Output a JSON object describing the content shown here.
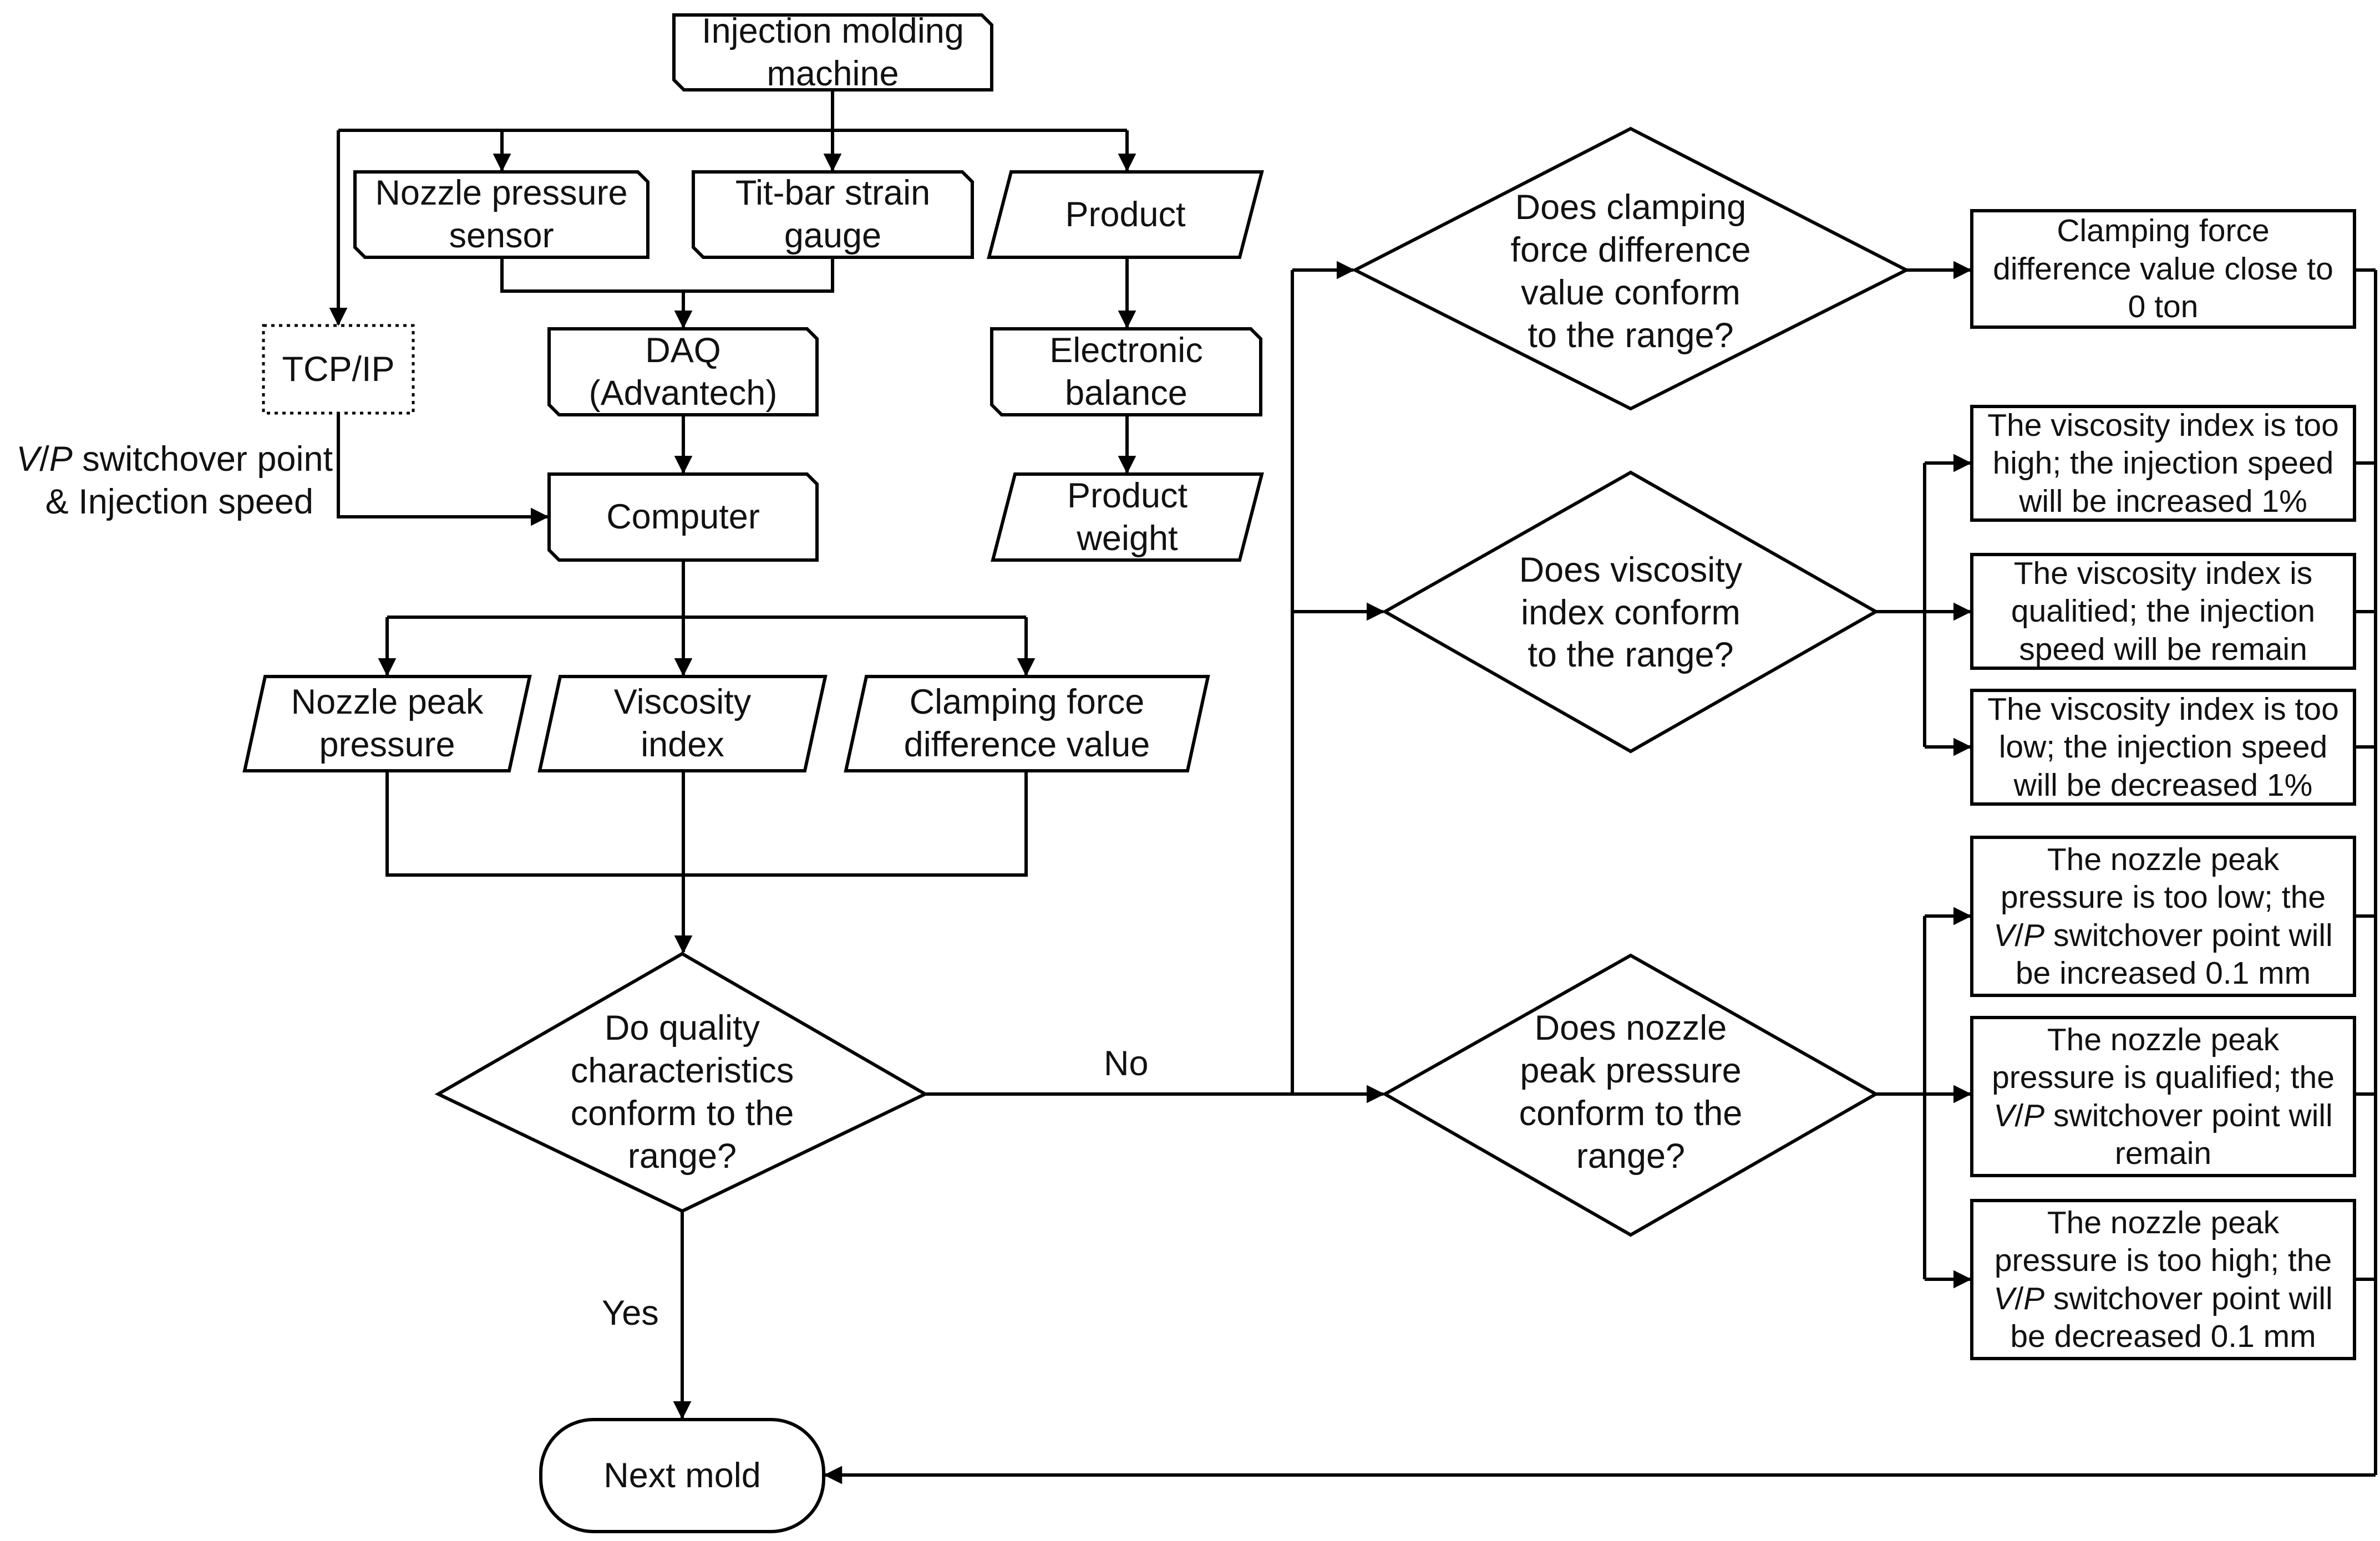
{
  "colors": {
    "stroke": "#000000",
    "background": "#ffffff",
    "text": "#111111"
  },
  "nodes": {
    "machine": "Injection molding\nmachine",
    "nozzle_sensor": "Nozzle pressure\nsensor",
    "strain_gauge": "Tit-bar strain\ngauge",
    "product": "Product",
    "tcpip": "TCP/IP",
    "daq": "DAQ\n(Advantech)",
    "balance": "Electronic\nbalance",
    "computer": "Computer",
    "product_weight": "Product\nweight",
    "nozzle_peak": "Nozzle peak\npressure",
    "viscosity_index": "Viscosity\nindex",
    "clamping_diff": "Clamping force\ndifference value",
    "decision_quality": "Do quality\ncharacteristics\nconform to the\nrange?",
    "decision_clamping": "Does clamping\nforce difference\nvalue conform\nto the range?",
    "decision_viscosity": "Does viscosity\nindex conform\nto the range?",
    "decision_nozzle": "Does nozzle\npeak pressure\nconform to the\nrange?",
    "clamping_result": "Clamping force\ndifference value close to\n0 ton",
    "visc_high": "The viscosity index is too\nhigh; the injection speed\nwill be increased 1%",
    "visc_ok": "The viscosity index is\nqualitied; the injection\nspeed will be remain",
    "visc_low": "The viscosity index is too\nlow; the injection speed\nwill be decreased 1%",
    "nozzle_low": {
      "a": "The nozzle peak\npressure is too low; the",
      "v": "V",
      "slash": "/",
      "p": "P",
      "b": " switchover point will\nbe increased 0.1 mm"
    },
    "nozzle_ok": {
      "a": "The nozzle peak\npressure is qualified; the",
      "v": "V",
      "slash": "/",
      "p": "P",
      "b": " switchover point will\nremain"
    },
    "nozzle_high": {
      "a": "The nozzle peak\npressure is too high; the",
      "v": "V",
      "slash": "/",
      "p": "P",
      "b": " switchover point will\nbe decreased 0.1 mm"
    },
    "next_mold": "Next mold"
  },
  "edge_labels": {
    "vp_switchover": {
      "v": "V",
      "slash": "/",
      "p": "P",
      "rest": " switchover point",
      "line2": "& Injection speed"
    },
    "no": "No",
    "yes": "Yes"
  }
}
